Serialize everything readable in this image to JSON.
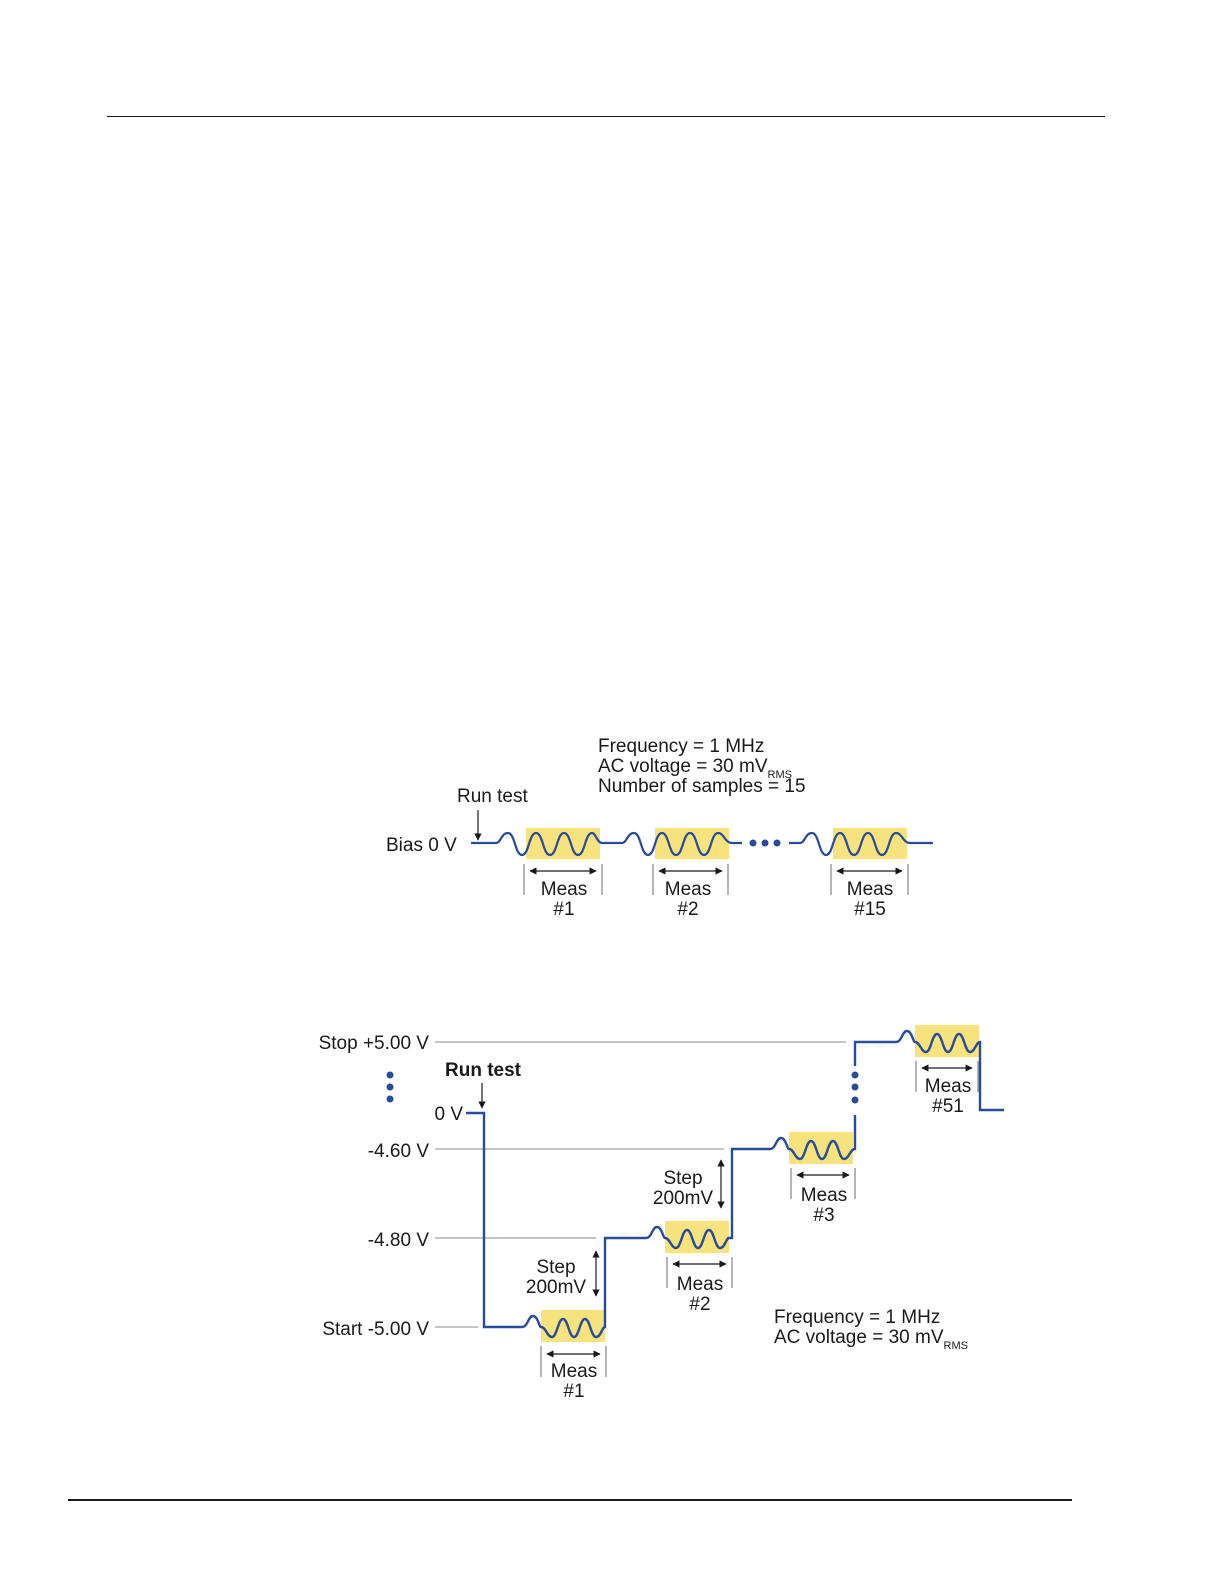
{
  "diagram1": {
    "info_lines": [
      "Frequency = 1 MHz",
      "AC voltage = 30 mV",
      "Number of samples = 15"
    ],
    "ac_voltage_subscript": "RMS",
    "run_test_label": "Run test",
    "bias_label": "Bias 0 V",
    "measurements": [
      {
        "line1": "Meas",
        "line2": "#1"
      },
      {
        "line1": "Meas",
        "line2": "#2"
      },
      {
        "line1": "Meas",
        "line2": "#15"
      }
    ]
  },
  "diagram2": {
    "run_test_label": "Run test",
    "levels": {
      "stop": "Stop +5.00 V",
      "zero": "0 V",
      "minus_460": "-4.60 V",
      "minus_480": "-4.80 V",
      "start": "Start -5.00 V"
    },
    "steps": [
      {
        "line1": "Step",
        "line2": "200mV"
      },
      {
        "line1": "Step",
        "line2": "200mV"
      }
    ],
    "measurements": [
      {
        "line1": "Meas",
        "line2": "#1"
      },
      {
        "line1": "Meas",
        "line2": "#2"
      },
      {
        "line1": "Meas",
        "line2": "#3"
      },
      {
        "line1": "Meas",
        "line2": "#51"
      }
    ],
    "info_lines": [
      "Frequency = 1 MHz",
      "AC voltage = 30 mV"
    ],
    "ac_voltage_subscript": "RMS"
  },
  "colors": {
    "trace": "#2a4a9a",
    "measure_highlight": "#f7e37d"
  }
}
